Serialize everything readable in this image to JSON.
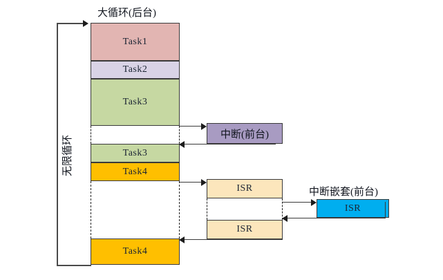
{
  "diagram": {
    "title_background": "大循环(后台)",
    "title_interrupt": "中断(前台)",
    "title_nested": "中断嵌套(前台)",
    "loop_label": "无限循环",
    "caption": "",
    "colors": {
      "task1": "#E2B5B2",
      "task2": "#D9D3E6",
      "task3": "#C6D8A2",
      "task4": "#FFBF00",
      "interrupt": "#A89BC2",
      "isr": "#FCE6BC",
      "isr_nested": "#00AEEF",
      "stroke": "#3a3a3a"
    },
    "background_column": [
      {
        "label": "Task1",
        "color_key": "task1"
      },
      {
        "label": "Task2",
        "color_key": "task2"
      },
      {
        "label": "Task3",
        "color_key": "task3"
      },
      {
        "label": "Task3",
        "color_key": "task3"
      },
      {
        "label": "Task4",
        "color_key": "task4"
      },
      {
        "label": "Task4",
        "color_key": "task4"
      }
    ],
    "foreground_interrupt": [
      {
        "label": "中断(前台)",
        "color_key": "interrupt"
      }
    ],
    "foreground_isr": [
      {
        "label": "ISR",
        "color_key": "isr"
      },
      {
        "label": "ISR",
        "color_key": "isr"
      }
    ],
    "foreground_nested": [
      {
        "label": "ISR",
        "color_key": "isr_nested"
      }
    ]
  }
}
